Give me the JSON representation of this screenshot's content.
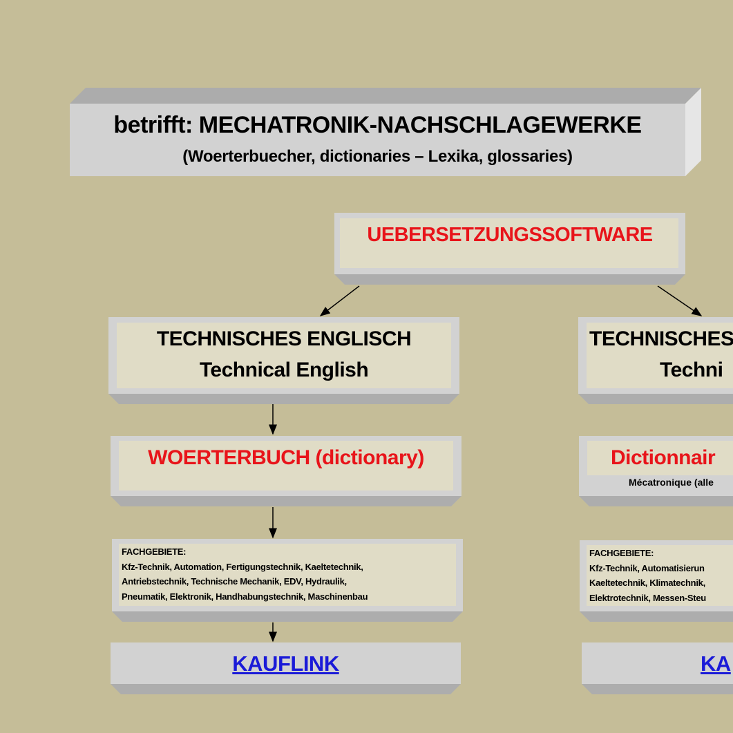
{
  "header": {
    "title": "betrifft: MECHATRONIK-NACHSCHLAGEWERKE",
    "subtitle": "(Woerterbuecher, dictionaries – Lexika, glossaries)"
  },
  "root": {
    "label": "UEBERSETZUNGSSOFTWARE"
  },
  "left_column": {
    "language_title": "TECHNISCHES ENGLISCH",
    "language_subtitle": "Technical English",
    "dictionary_label": "WOERTERBUCH (dictionary)",
    "fields_heading": "FACHGEBIETE:",
    "fields_lines": [
      "Kfz-Technik, Automation, Fertigungstechnik, Kaeltetechnik,",
      "Antriebstechnik, Technische Mechanik, EDV, Hydraulik,",
      "Pneumatik, Elektronik, Handhabungstechnik, Maschinenbau"
    ],
    "buy_link": "KAUFLINK"
  },
  "right_column": {
    "language_title": "TECHNISCHES",
    "language_subtitle": "Techni",
    "dictionary_label": "Dictionnair",
    "dictionary_subtitle": "Mécatronique (alle",
    "fields_heading": "FACHGEBIETE:",
    "fields_lines": [
      "Kfz-Technik, Automatisierun",
      "Kaeltetechnik, Klimatechnik,",
      "Elektrotechnik, Messen-Steu"
    ],
    "buy_link": "KA"
  },
  "colors": {
    "background": "#c5bd98",
    "accent_red": "#e8141a",
    "link_blue": "#1a1ad8",
    "box_gray": "#d2d2d2",
    "panel_beige": "#e0dcc6"
  }
}
